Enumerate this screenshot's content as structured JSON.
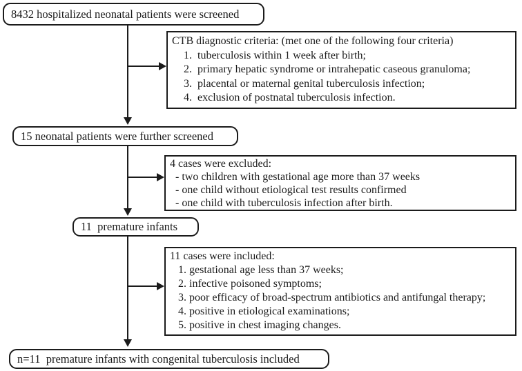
{
  "flowchart": {
    "screened": {
      "text": "8432 hospitalized neonatal patients were screened"
    },
    "criteria": {
      "title": "CTB diagnostic criteria: (met one of the following four criteria)",
      "items": [
        "1.  tuberculosis within 1 week after birth;",
        "2.  primary hepatic syndrome or intrahepatic caseous granuloma;",
        "3.  placental or maternal genital tuberculosis infection;",
        "4.  exclusion of postnatal tuberculosis infection."
      ]
    },
    "further_screened": {
      "text": "15 neonatal patients were further screened"
    },
    "excluded": {
      "title": "4 cases were excluded:",
      "items": [
        "- two children with gestational age more than 37 weeks",
        "- one child without etiological test results confirmed",
        "- one child with tuberculosis infection after birth."
      ]
    },
    "premature": {
      "text": "11  premature infants"
    },
    "included": {
      "title": "11 cases were included:",
      "items": [
        "1. gestational age less than 37 weeks;",
        "2. infective poisoned symptoms;",
        "3. poor efficacy of broad-spectrum antibiotics and antifungal therapy;",
        "4. positive in etiological examinations;",
        "5. positive in chest imaging changes."
      ]
    },
    "final": {
      "text": "n=11  premature infants with congenital tuberculosis included"
    },
    "colors": {
      "line": "#1b1b1b",
      "text": "#1b1b1b",
      "background": "#ffffff"
    }
  }
}
